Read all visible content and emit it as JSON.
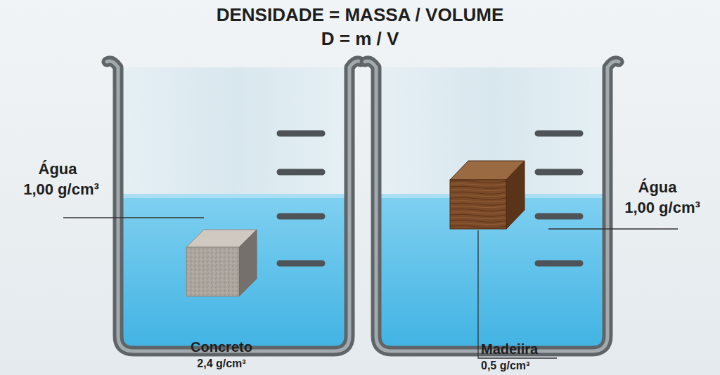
{
  "diagram": {
    "title": "DENSIDADE = MASSA / VOLUME",
    "labels": [
      "D = m / V",
      "Água",
      "1,00 g/cm³",
      "Concreto",
      "2,4 g/cm³",
      "Água",
      "1,00 g/cm³",
      "Madeiira",
      "0,5 g/cm³"
    ]
  }
}
